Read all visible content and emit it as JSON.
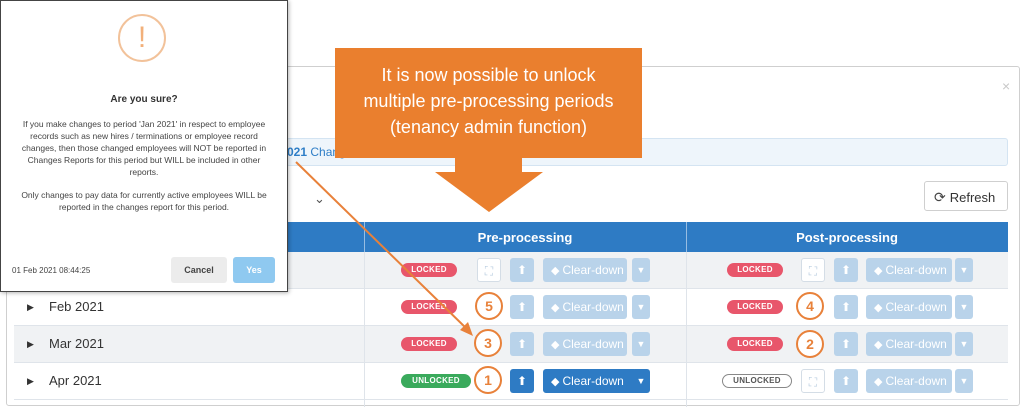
{
  "callout": {
    "lines": [
      "It is now possible to unlock",
      "multiple pre-processing periods",
      "(tenancy admin function)"
    ]
  },
  "dialog": {
    "icon": "exclamation-circle-icon",
    "title": "Are you sure?",
    "body_1": "If you make changes to period 'Jan 2021' in respect to employee records such as new hires / terminations or employee record changes, then those changed employees will NOT be reported in Changes Reports for this period but WILL be included in other reports.",
    "body_2": "Only changes to pay data for currently active employees WILL be reported in the changes report for this period.",
    "timestamp": "01 Feb 2021 08:44:25",
    "cancel_label": "Cancel",
    "yes_label": "Yes"
  },
  "modal": {
    "close": "×",
    "info_highlight": "021",
    "info_rest": " Chang",
    "refresh_label": "Refresh"
  },
  "table": {
    "headers": [
      "Pre-processing",
      "Post-processing"
    ],
    "clear_label": "Clear-down",
    "rows": [
      {
        "period": "",
        "pre_status": "LOCKED",
        "post_status": "LOCKED"
      },
      {
        "period": "Feb 2021",
        "pre_status": "LOCKED",
        "post_status": "LOCKED"
      },
      {
        "period": "Mar 2021",
        "pre_status": "LOCKED",
        "post_status": "LOCKED"
      },
      {
        "period": "Apr 2021",
        "pre_status": "UNLOCKED",
        "post_status": "UNLOCKED"
      }
    ]
  },
  "markers": [
    "5",
    "4",
    "3",
    "2",
    "1"
  ],
  "colors": {
    "accent": "#2e7bc4",
    "callout": "#ea7f2e",
    "locked": "#e8566b",
    "unlocked": "#3aaa5c"
  }
}
